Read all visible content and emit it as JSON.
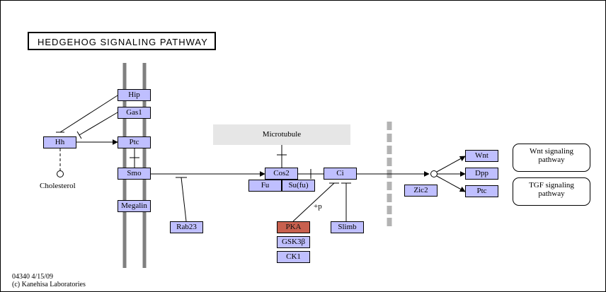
{
  "title": "HEDGEHOG SIGNALING PATHWAY",
  "genes": {
    "hip": "Hip",
    "gas1": "Gas1",
    "hh": "Hh",
    "ptc": "Ptc",
    "smo": "Smo",
    "megalin": "Megalin",
    "rab23": "Rab23",
    "cos2": "Cos2",
    "fu": "Fu",
    "sufu": "Su(fu)",
    "ci": "Ci",
    "pka": "PKA",
    "gsk3b": "GSK3β",
    "ck1": "CK1",
    "slimb": "Slimb",
    "zic2": "Zic2",
    "wnt": "Wnt",
    "dpp": "Dpp",
    "ptc_target": "Ptc"
  },
  "compounds": {
    "cholesterol": "Cholesterol"
  },
  "structures": {
    "microtubule": "Microtubule"
  },
  "pathways": {
    "wnt": "Wnt signaling pathway",
    "tgf": "TGF signaling pathway"
  },
  "annotations": {
    "phosphorylation": "+p"
  },
  "footer": {
    "id_date": "04340 4/15/09",
    "copyright": "(c) Kanehisa Laboratories"
  },
  "colors": {
    "gene_fill": "#bfbfff",
    "highlight_fill": "#c8604e",
    "membrane": "#808080",
    "microtubule": "#e6e6e6"
  }
}
